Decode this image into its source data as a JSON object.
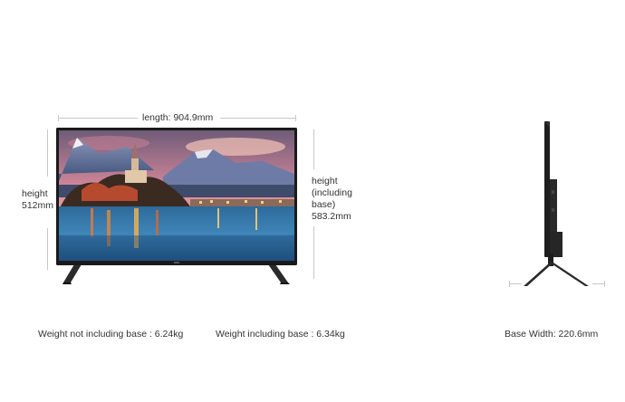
{
  "dimensions": {
    "length": "length: 904.9mm",
    "height_line1": "height",
    "height_line2": "512mm",
    "height_base_line1": "height",
    "height_base_line2": "(including",
    "height_base_line3": "base)",
    "height_base_line4": "583.2mm"
  },
  "specs": {
    "weight_without_base": "Weight not including base : 6.24kg",
    "weight_with_base": "Weight including base : 6.34kg",
    "base_width": "Base Width: 220.6mm"
  },
  "colors": {
    "tv_frame": "#1a1a1a",
    "dimension_lines": "#c8c8c8"
  }
}
